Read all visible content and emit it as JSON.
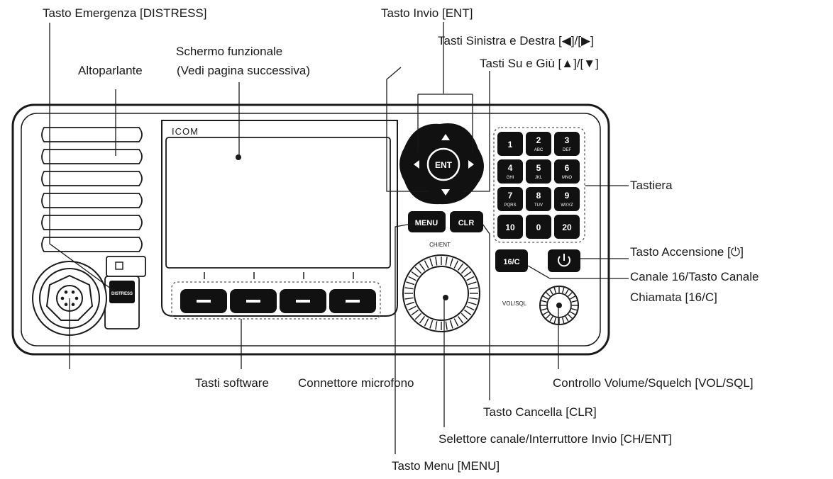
{
  "labels": {
    "distress_key": "Tasto Emergenza [DISTRESS]",
    "enter_key": "Tasto Invio [ENT]",
    "left_right_keys": "Tasti Sinistra e Destra [◀]/[▶]",
    "function_display_line1": "Schermo funzionale",
    "function_display_line2": "(Vedi pagina successiva)",
    "speaker": "Altoparlante",
    "up_down_keys": "Tasti Su e Giù [▲]/[▼]",
    "keypad": "Tastiera",
    "power_key": "Tasto Accensione [⏻]",
    "ch16_key_line1": "Canale 16/Tasto Canale",
    "ch16_key_line2": "Chiamata [16/C]",
    "software_keys": "Tasti software",
    "mic_connector": "Connettore microfono",
    "volume_control": "Controllo Volume/Squelch [VOL/SQL]",
    "clear_key": "Tasto Cancella [CLR]",
    "channel_selector": "Selettore canale/Interruttore Invio [CH/ENT]",
    "menu_key": "Tasto Menu [MENU]"
  },
  "device": {
    "brand": "ICOM",
    "distress_label": "DISTRESS",
    "ent_label": "ENT",
    "menu_label": "MENU",
    "clr_label": "CLR",
    "ch_ent_label": "CH/ENT",
    "vol_sql_label": "VOL/SQL",
    "ch16_label": "16/C",
    "keypad_keys": [
      {
        "main": "1",
        "sub": ""
      },
      {
        "main": "2",
        "sub": "ABC"
      },
      {
        "main": "3",
        "sub": "DEF"
      },
      {
        "main": "4",
        "sub": "GHI"
      },
      {
        "main": "5",
        "sub": "JKL"
      },
      {
        "main": "6",
        "sub": "MNO"
      },
      {
        "main": "7",
        "sub": "PQRS"
      },
      {
        "main": "8",
        "sub": "TUV"
      },
      {
        "main": "9",
        "sub": "WXYZ"
      },
      {
        "main": "10",
        "sub": ""
      },
      {
        "main": "0",
        "sub": ""
      },
      {
        "main": "20",
        "sub": ""
      }
    ],
    "softkey_count": 4,
    "speaker_slot_count": 6
  },
  "icons": {
    "up": "up-arrow-icon",
    "down": "down-arrow-icon",
    "left": "left-arrow-icon",
    "right": "right-arrow-icon",
    "power": "power-icon"
  },
  "colors": {
    "ink": "#1a1a1a",
    "panel": "#ffffff",
    "key_fill": "#111111",
    "key_text": "#ffffff"
  }
}
